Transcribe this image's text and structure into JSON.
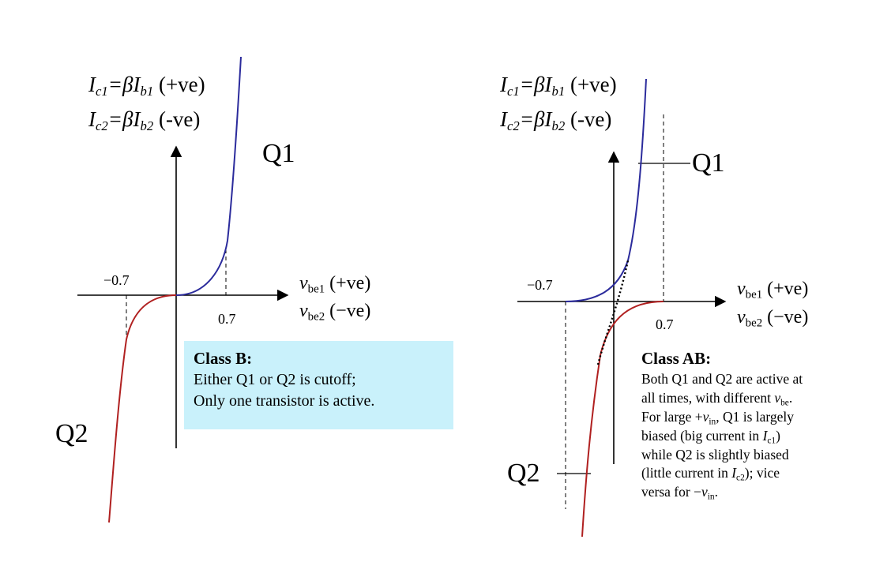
{
  "colors": {
    "q1_curve": "#2b2b9c",
    "q2_curve": "#b02020",
    "axis": "#000000",
    "note_bg": "#c9f1fb"
  },
  "left": {
    "ylabel_q1": {
      "lhs": "I",
      "lhs_sub": "c1",
      "eq": "=βI",
      "eq_sub": "b1",
      "sign": " (+ve)"
    },
    "ylabel_q2": {
      "lhs": "I",
      "lhs_sub": "c2",
      "eq": "=βI",
      "eq_sub": "b2",
      "sign": " (-ve)"
    },
    "xlabel_q1": {
      "var": "v",
      "sub": "be1",
      "sign": " (+ve)"
    },
    "xlabel_q2": {
      "var": "v",
      "sub": "be2",
      "sign": " (−ve)"
    },
    "tick_neg": "−0.7",
    "tick_pos": "0.7",
    "q1_label": "Q1",
    "q2_label": "Q2",
    "note_title": "Class B:",
    "note_line1": "Either Q1 or Q2 is cutoff;",
    "note_line2": "Only one transistor is active."
  },
  "right": {
    "ylabel_q1": {
      "lhs": "I",
      "lhs_sub": "c1",
      "eq": "=βI",
      "eq_sub": "b1",
      "sign": " (+ve)"
    },
    "ylabel_q2": {
      "lhs": "I",
      "lhs_sub": "c2",
      "eq": "=βI",
      "eq_sub": "b2",
      "sign": " (-ve)"
    },
    "xlabel_q1": {
      "var": "v",
      "sub": "be1",
      "sign": " (+ve)"
    },
    "xlabel_q2": {
      "var": "v",
      "sub": "be2",
      "sign": " (−ve)"
    },
    "tick_neg": "−0.7",
    "tick_pos": "0.7",
    "q1_label": "Q1",
    "q2_label": "Q2",
    "note_title": "Class AB:",
    "note_l1": "Both Q1 and Q2 are active at",
    "note_l2a": "all times, with different ",
    "note_l2_var": "v",
    "note_l2_sub": "be",
    "note_l2_end": ".",
    "note_l3a": "For large +",
    "note_l3_var": "v",
    "note_l3_sub": "in",
    "note_l3b": ", Q1 is largely",
    "note_l4a": "biased (big current in ",
    "note_l4_var": "I",
    "note_l4_sub": "c1",
    "note_l4b": ")",
    "note_l5": "while Q2 is slightly biased",
    "note_l6a": "(little current in ",
    "note_l6_var": "I",
    "note_l6_sub": "c2",
    "note_l6b": "); vice",
    "note_l7a": "versa for −",
    "note_l7_var": "v",
    "note_l7_sub": "in",
    "note_l7_end": "."
  }
}
